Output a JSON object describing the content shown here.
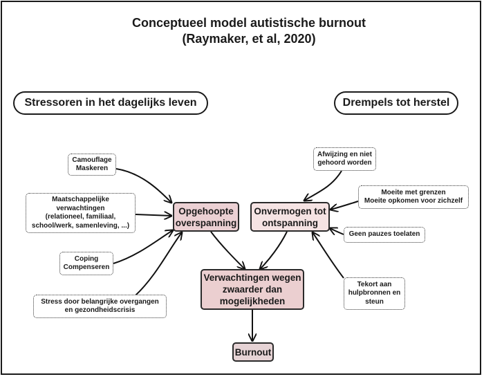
{
  "title": {
    "line1": "Conceptueel model autistische burnout",
    "line2": "(Raymaker, et al, 2020)"
  },
  "headers": {
    "left": "Stressoren in het dagelijks leven",
    "right": "Drempels tot herstel"
  },
  "stressors": [
    {
      "lines": [
        "Camouflage",
        "Maskeren"
      ]
    },
    {
      "lines": [
        "Maatschappelijke",
        "verwachtingen",
        "(relationeel, familiaal,",
        "school/werk, samenleving, ...)"
      ]
    },
    {
      "lines": [
        "Coping",
        "Compenseren"
      ]
    },
    {
      "lines": [
        "Stress door belangrijke overgangen",
        "en gezondheidscrisis"
      ]
    }
  ],
  "barriers": [
    {
      "lines": [
        "Afwijzing en niet",
        "gehoord worden"
      ]
    },
    {
      "lines": [
        "Moeite met grenzen",
        "Moeite opkomen voor zichzelf"
      ]
    },
    {
      "lines": [
        "Geen pauzes toelaten"
      ]
    },
    {
      "lines": [
        "Tekort aan",
        "hulpbronnen en",
        "steun"
      ]
    }
  ],
  "core": {
    "accumulated": {
      "lines": [
        "Opgehoopte",
        "overspanning"
      ],
      "color": "#ebd0d3"
    },
    "inability": {
      "lines": [
        "Onvermogen tot",
        "ontspanning"
      ],
      "color": "#f5e3e3"
    },
    "expectations": {
      "lines": [
        "Verwachtingen wegen",
        "zwaarder dan",
        "mogelijkheden"
      ],
      "color": "#ebcfd0"
    },
    "burnout": {
      "label": "Burnout",
      "color": "#e6d3d5"
    }
  }
}
